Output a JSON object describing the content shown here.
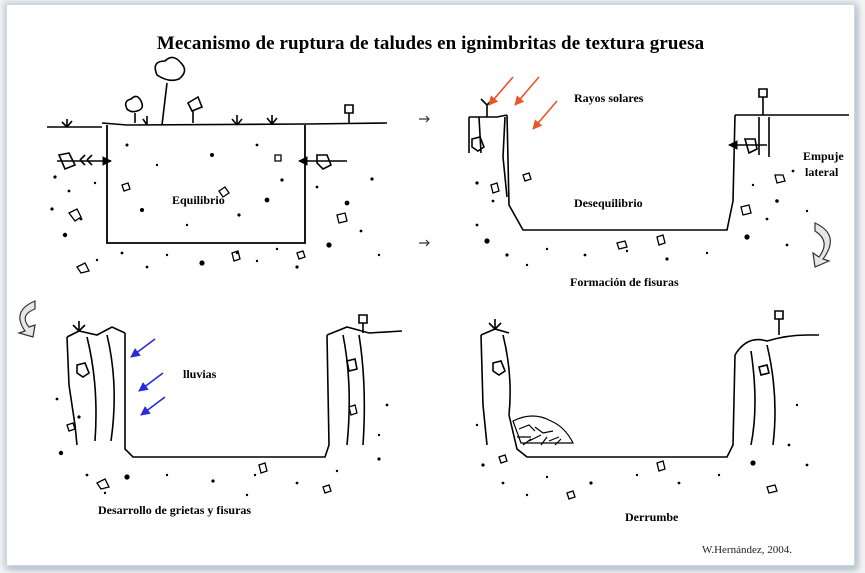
{
  "title": "Mecanismo de ruptura de taludes en ignimbritas de textura gruesa",
  "panels": {
    "p1": {
      "label": "Equilibrio"
    },
    "p2": {
      "label": "Desequilibrio",
      "sun_label": "Rayos solares",
      "push_label_1": "Empuje",
      "push_label_2": "lateral",
      "caption": "Formación de fisuras"
    },
    "p3": {
      "label": "lluvias",
      "caption": "Desarrollo de grietas y fisuras"
    },
    "p4": {
      "caption": "Derrumbe"
    }
  },
  "credit": "W.Hernández, 2004.",
  "colors": {
    "sun_arrows": "#e8562a",
    "rain_arrows": "#2a2ad8",
    "frame_glow": "#c4d2de"
  }
}
